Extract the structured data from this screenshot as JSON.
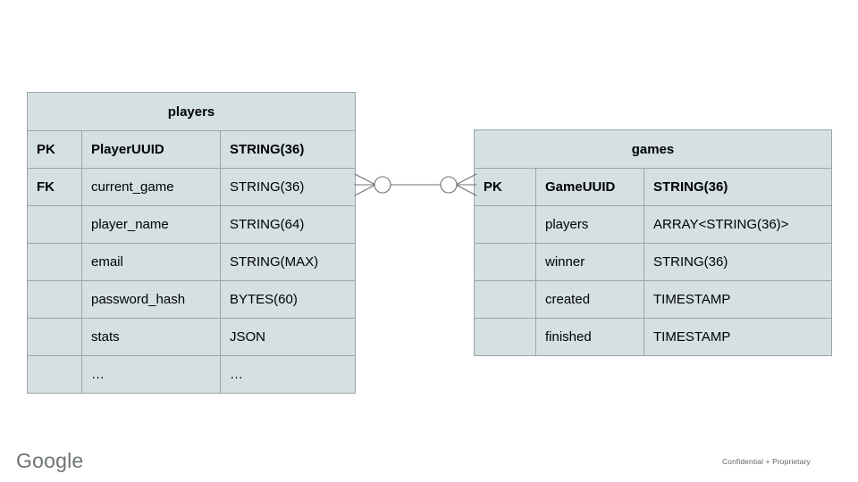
{
  "slide": {
    "background_color": "#ffffff",
    "brand": "Google",
    "footer_note": "Confidential + Proprietary"
  },
  "style": {
    "cell_fill": "#d4e0e2",
    "border_color": "#9aa5a7",
    "text_color": "#000000"
  },
  "diagram": {
    "type": "entity-relationship",
    "notation": "crows-foot",
    "entities": [
      {
        "id": "players",
        "title": "players",
        "columns": [
          "key",
          "name",
          "type"
        ],
        "rows": [
          {
            "key": "PK",
            "name": "PlayerUUID",
            "type": "STRING(36)",
            "bold": true
          },
          {
            "key": "FK",
            "name": "current_game",
            "type": "STRING(36)",
            "bold": false
          },
          {
            "key": "",
            "name": "player_name",
            "type": "STRING(64)",
            "bold": false
          },
          {
            "key": "",
            "name": "email",
            "type": "STRING(MAX)",
            "bold": false
          },
          {
            "key": "",
            "name": "password_hash",
            "type": "BYTES(60)",
            "bold": false
          },
          {
            "key": "",
            "name": "stats",
            "type": "JSON",
            "bold": false
          },
          {
            "key": "",
            "name": "…",
            "type": "…",
            "bold": false
          }
        ]
      },
      {
        "id": "games",
        "title": "games",
        "columns": [
          "key",
          "name",
          "type"
        ],
        "rows": [
          {
            "key": "PK",
            "name": "GameUUID",
            "type": "STRING(36)",
            "bold": true
          },
          {
            "key": "",
            "name": "players",
            "type": "ARRAY<STRING(36)>",
            "bold": false
          },
          {
            "key": "",
            "name": "winner",
            "type": "STRING(36)",
            "bold": false
          },
          {
            "key": "",
            "name": "created",
            "type": "TIMESTAMP",
            "bold": false
          },
          {
            "key": "",
            "name": "finished",
            "type": "TIMESTAMP",
            "bold": false
          }
        ]
      }
    ],
    "relationship": {
      "from": "players",
      "from_field": "current_game",
      "to": "games",
      "to_field": "GameUUID",
      "from_cardinality": "zero-or-many",
      "to_cardinality": "zero-or-many"
    }
  }
}
